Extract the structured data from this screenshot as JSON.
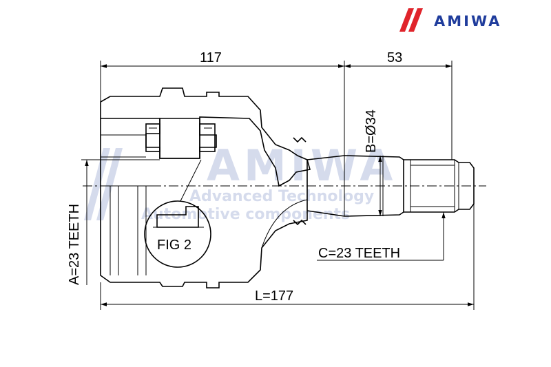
{
  "brand": {
    "name": "AMIWA",
    "watermark_main": "AMIWA",
    "watermark_line1": "Advanced Technology",
    "watermark_line2": "Automotive components",
    "color_red": "#e0242b",
    "color_blue": "#1f3c9c"
  },
  "dimensions": {
    "d117": "117",
    "d53": "53",
    "b": "B=Ø34",
    "a": "A=23 TEETH",
    "c": "C=23 TEETH",
    "l": "L=177"
  },
  "callout": {
    "fig": "FIG 2"
  }
}
